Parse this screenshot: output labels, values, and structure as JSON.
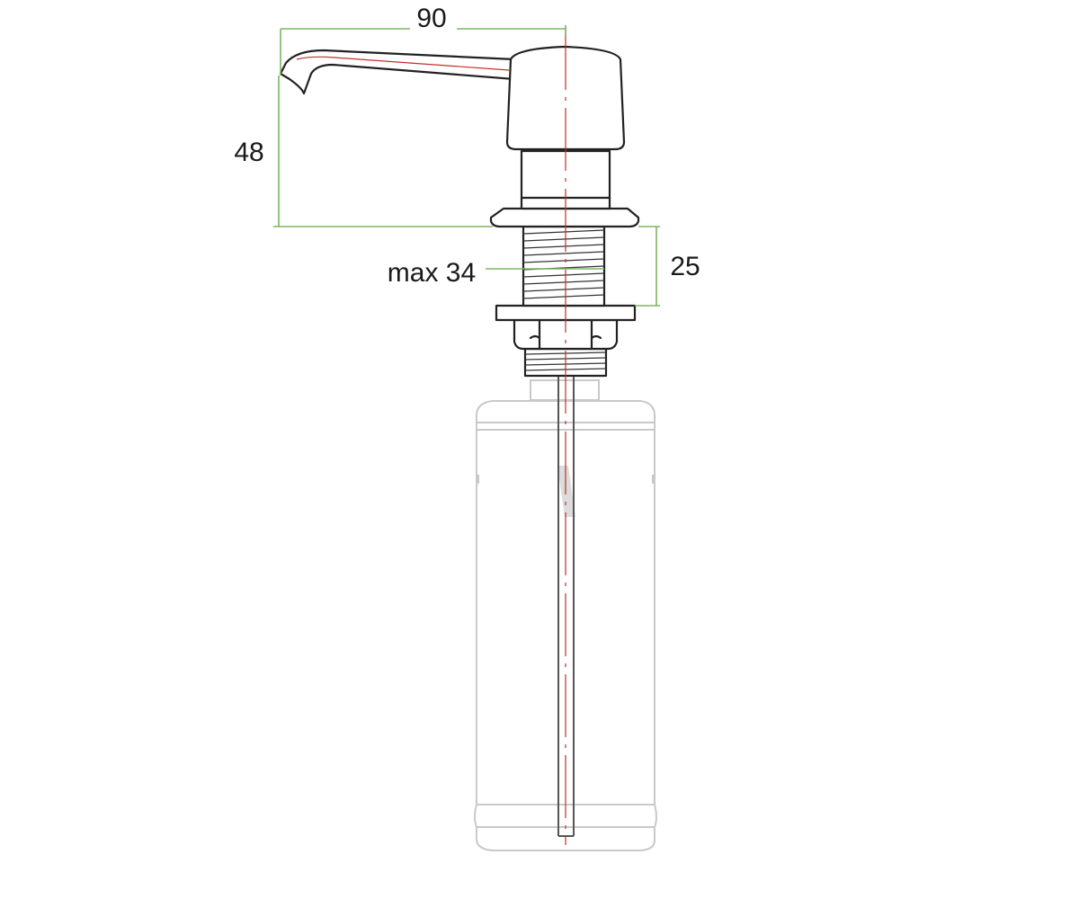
{
  "dimensions": {
    "spout_length": "90",
    "head_height": "48",
    "thread_length": "25",
    "max_thickness": "max 34"
  },
  "colors": {
    "outline": "#222222",
    "dimension_line": "#7bb661",
    "center_line": "#c0302a",
    "bottle": "#c9c9c9"
  }
}
